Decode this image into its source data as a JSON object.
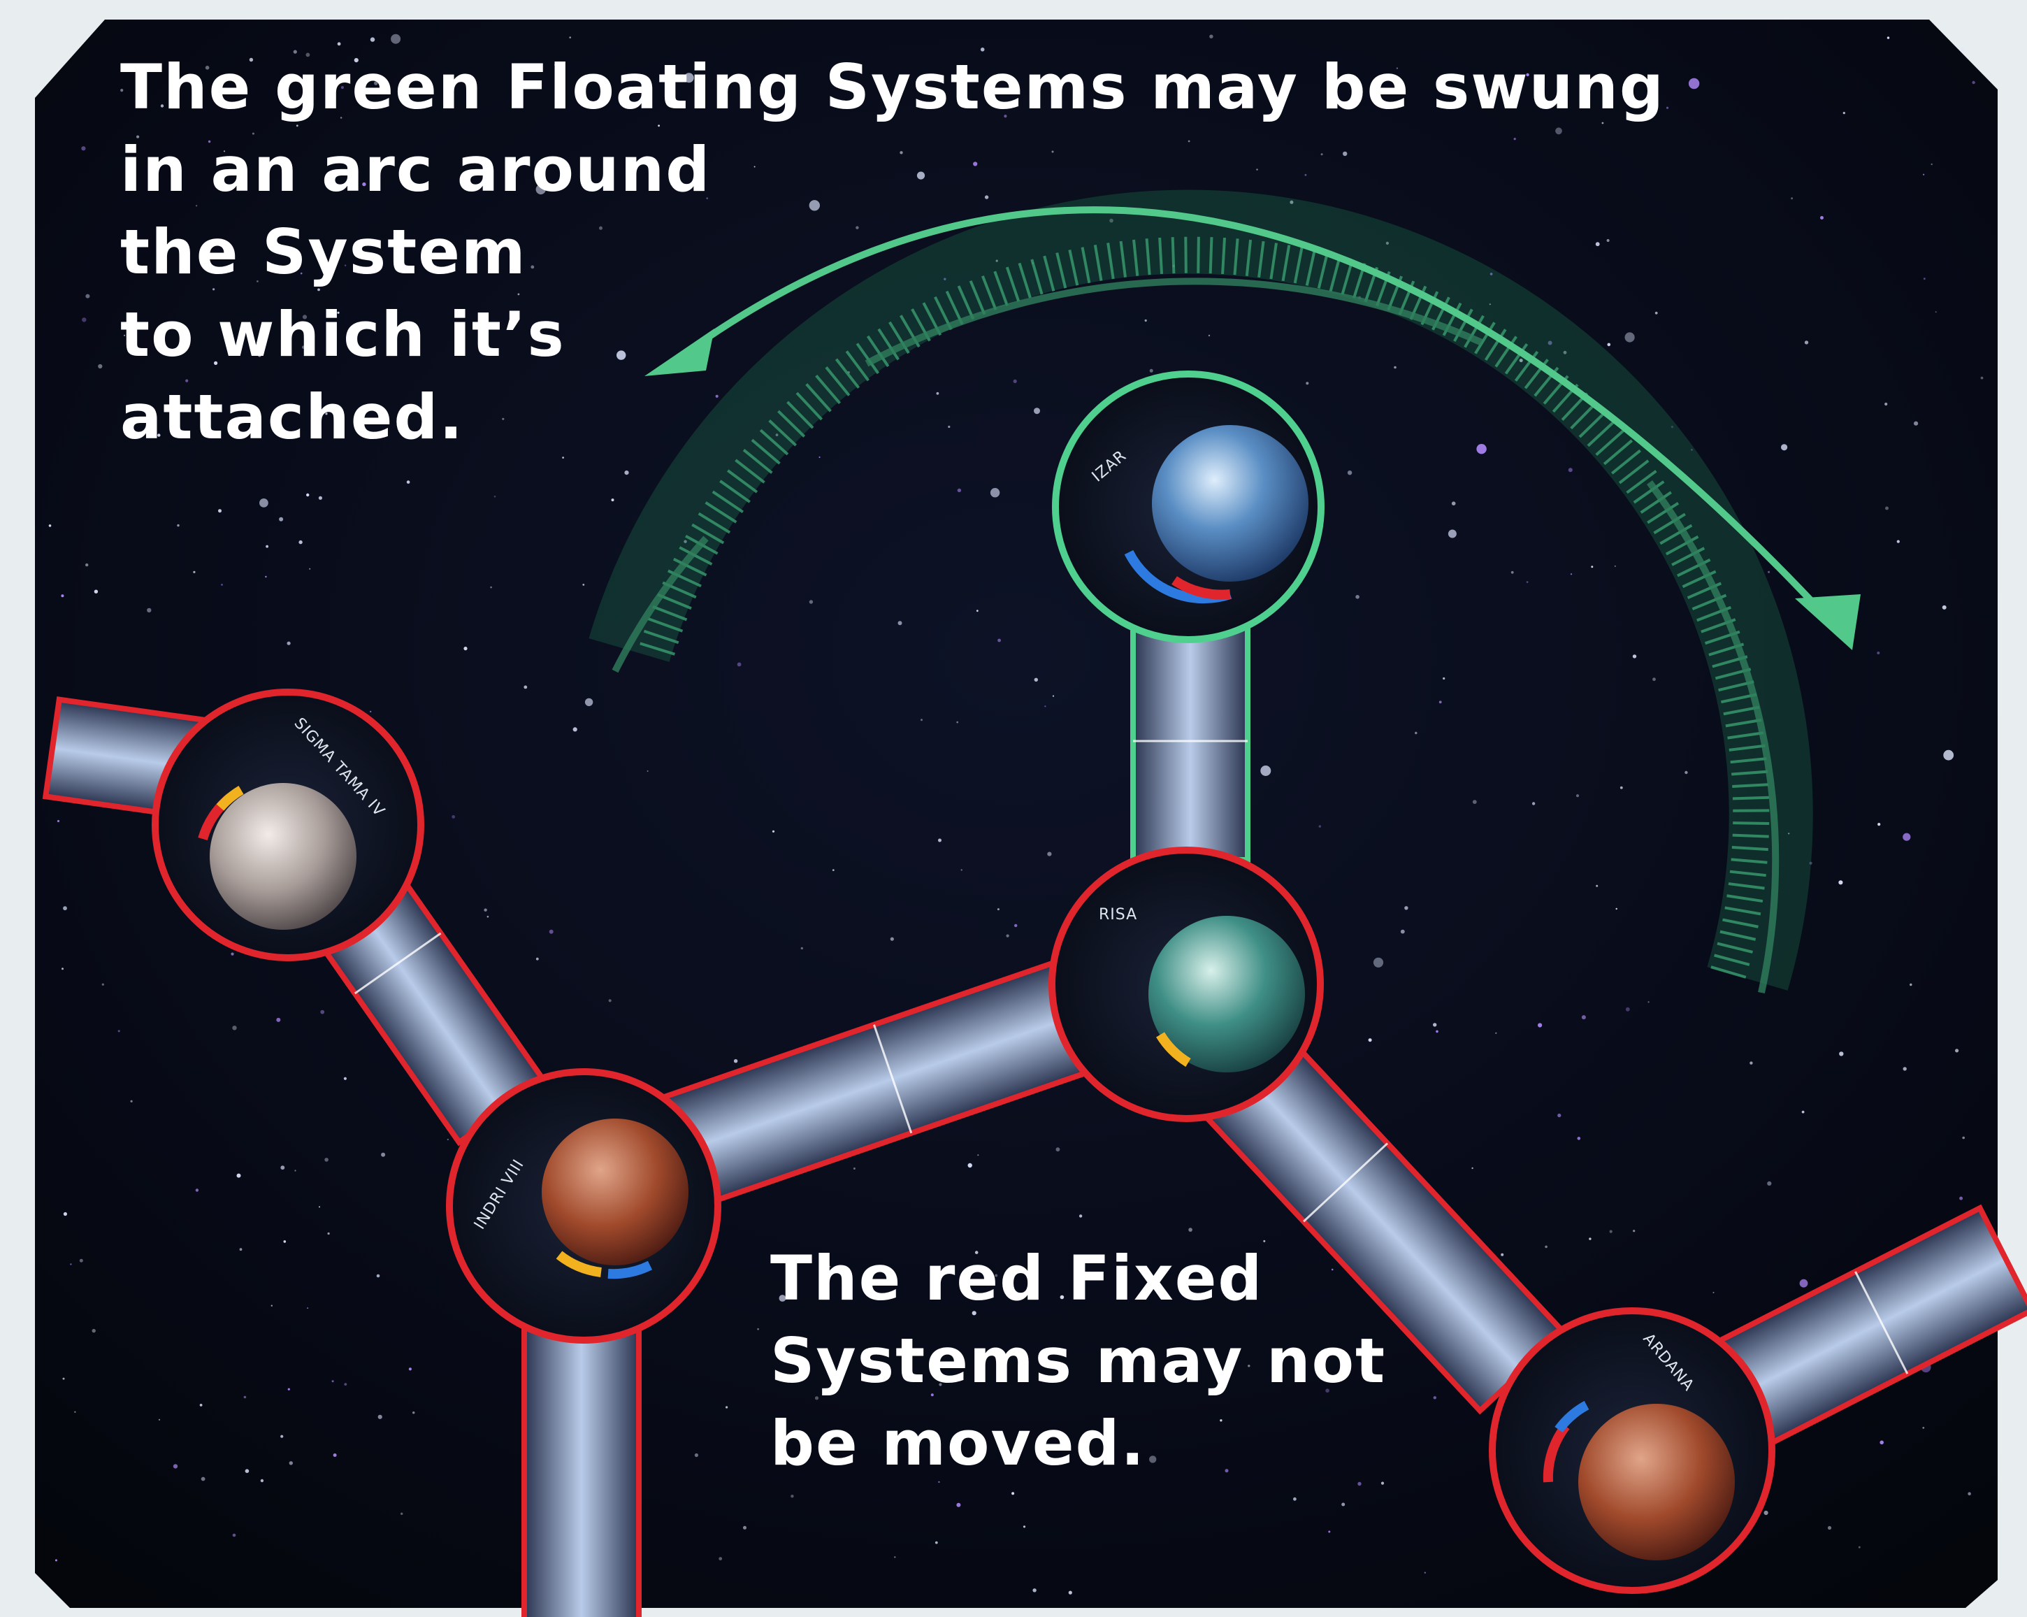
{
  "captions": {
    "green_lines": [
      "The green Floating Systems may be swung",
      "in an arc around",
      "the System",
      "to which it’s",
      "attached."
    ],
    "red_lines": [
      "The red Fixed",
      "Systems may not",
      "be moved."
    ]
  },
  "systems": {
    "izar": {
      "name": "IZAR",
      "type": "floating"
    },
    "risa": {
      "name": "RISA",
      "type": "fixed"
    },
    "sigma_tama": {
      "name": "SIGMA TAMA IV",
      "type": "fixed"
    },
    "indri": {
      "name": "INDRI VIII",
      "type": "fixed"
    },
    "ardana": {
      "name": "ARDANA",
      "type": "fixed"
    }
  },
  "colors": {
    "space": "#06080f",
    "floating_outline": "#4fd08e",
    "fixed_outline": "#e0262c",
    "arrow": "#52c98a",
    "text": "#ffffff"
  }
}
